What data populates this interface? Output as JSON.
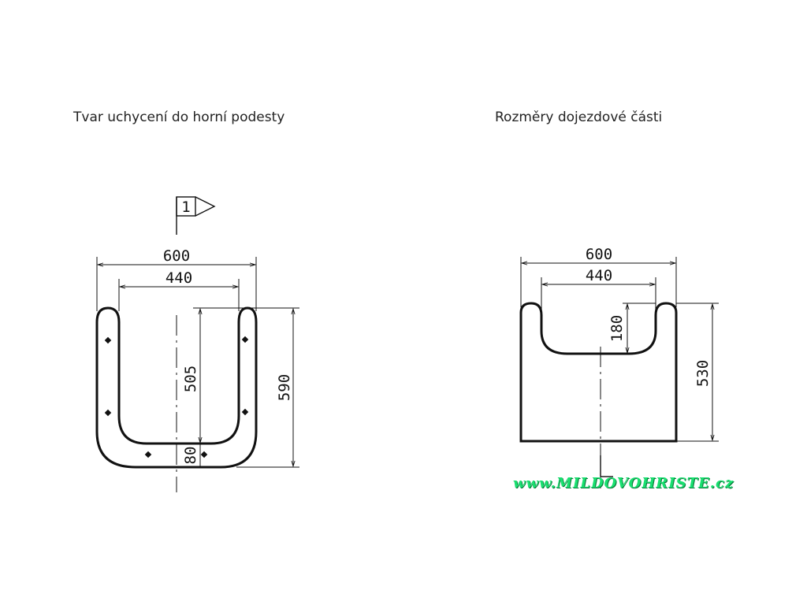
{
  "headings": {
    "left": "Tvar uchycení do horní podesty",
    "right": "Rozměry dojezdové části"
  },
  "left_drawing": {
    "section_marker": "1",
    "dim_outer_width": "600",
    "dim_inner_width": "440",
    "dim_inner_height": "505",
    "dim_total_height": "590",
    "dim_bottom_thickness": "80"
  },
  "right_drawing": {
    "dim_outer_width": "600",
    "dim_inner_width": "440",
    "dim_notch_depth": "180",
    "dim_total_height": "530"
  },
  "watermark": "www.MILDOVOHRISTE.cz",
  "colors": {
    "line": "#111111",
    "watermark": "#19e070"
  }
}
